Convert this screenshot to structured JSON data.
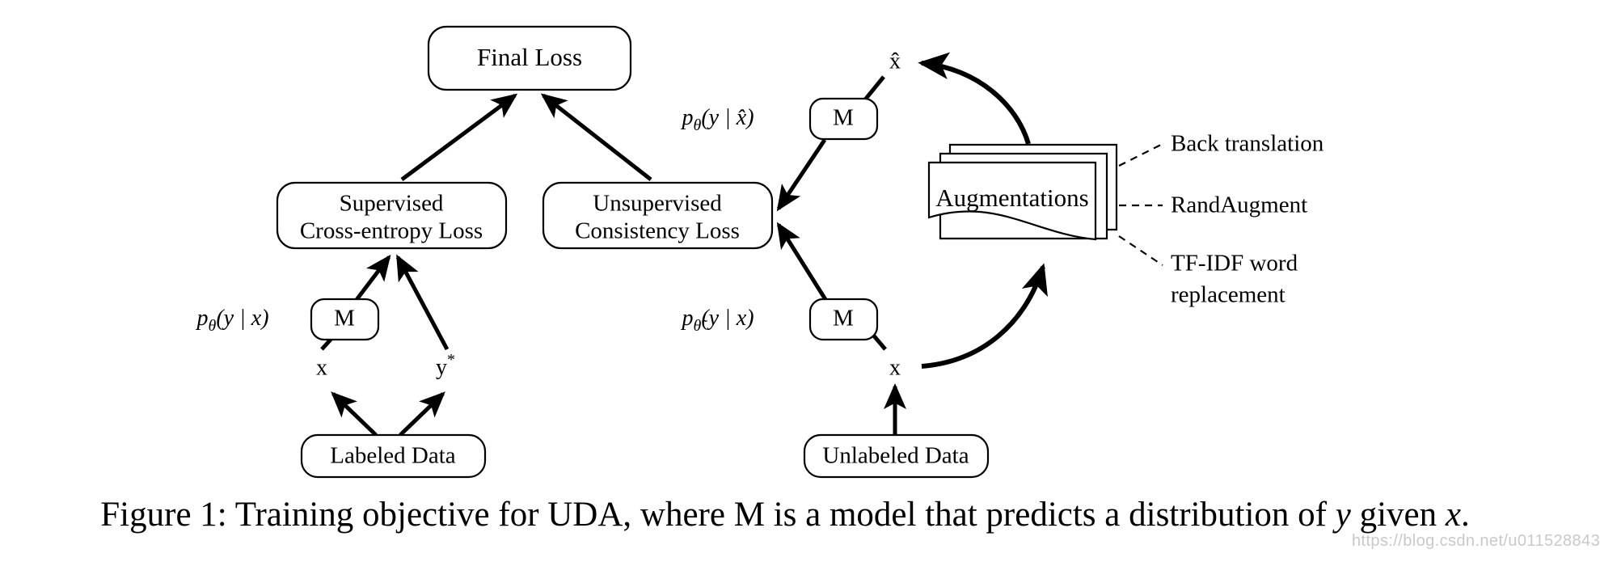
{
  "figure": {
    "caption_prefix": "Figure 1:",
    "caption_part1": "Training objective for UDA, where M is a model that predicts a distribution of",
    "caption_var_y": "y",
    "caption_mid": "given",
    "caption_var_x": "x",
    "caption_end": ".",
    "watermark": "https://blog.csdn.net/u011528843"
  },
  "nodes": {
    "final_loss": "Final Loss",
    "supervised_line1": "Supervised",
    "supervised_line2": "Cross-entropy Loss",
    "unsupervised_line1": "Unsupervised",
    "unsupervised_line2": "Consistency Loss",
    "labeled_data": "Labeled Data",
    "unlabeled_data": "Unlabeled Data",
    "augmentations": "Augmentations",
    "model_left": "M",
    "model_top_right": "M",
    "model_bottom_right": "M"
  },
  "variables": {
    "x_labeled": "x",
    "y_star": "y",
    "y_star_sup": "*",
    "x_unlabeled": "x",
    "x_hat": "x̂"
  },
  "formulas": {
    "left_model": {
      "p": "p",
      "sub": "θ",
      "args": "(y | x)"
    },
    "top_right_model": {
      "p": "p",
      "sub": "θ",
      "args": "(y | x̂)"
    },
    "bottom_right_model": {
      "p": "p",
      "sub": "θ̃",
      "args": "(y | x)"
    }
  },
  "augmentation_methods": [
    {
      "label": "Back translation"
    },
    {
      "label": "RandAugment"
    },
    {
      "label_line1": "TF-IDF word",
      "label_line2": "replacement"
    }
  ],
  "colors": {
    "stroke": "#000000",
    "fill": "#ffffff",
    "watermark": "#c9c9c9"
  }
}
